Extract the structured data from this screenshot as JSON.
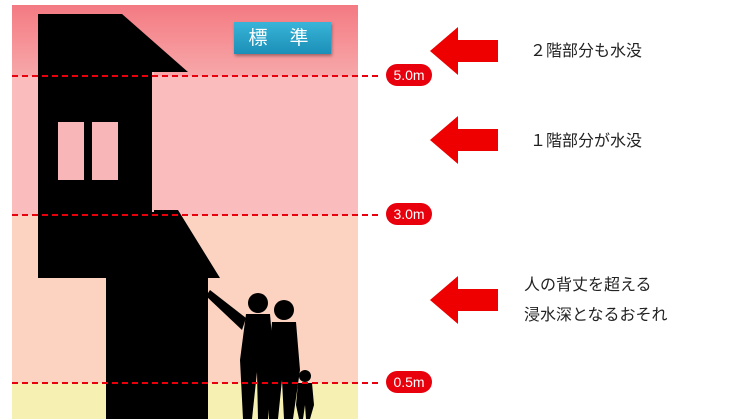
{
  "standard_badge": "標 準",
  "zones": [
    {
      "label": "5.0m",
      "note": "２階部分も水没",
      "color": "#f8a6a8"
    },
    {
      "label": "3.0m",
      "note": "１階部分が水没",
      "color": "#fcc0c1"
    },
    {
      "label": "0.5m",
      "note_lines": [
        "人の背丈を超える",
        "浸水深となるおそれ"
      ],
      "color": "#fcd6c3"
    },
    {
      "color": "#f6f0b0"
    }
  ],
  "colors": {
    "arrow": "#ee0000",
    "dashed_line": "#e8000c",
    "silhouette": "#000000",
    "window": "#f8b0b4"
  }
}
